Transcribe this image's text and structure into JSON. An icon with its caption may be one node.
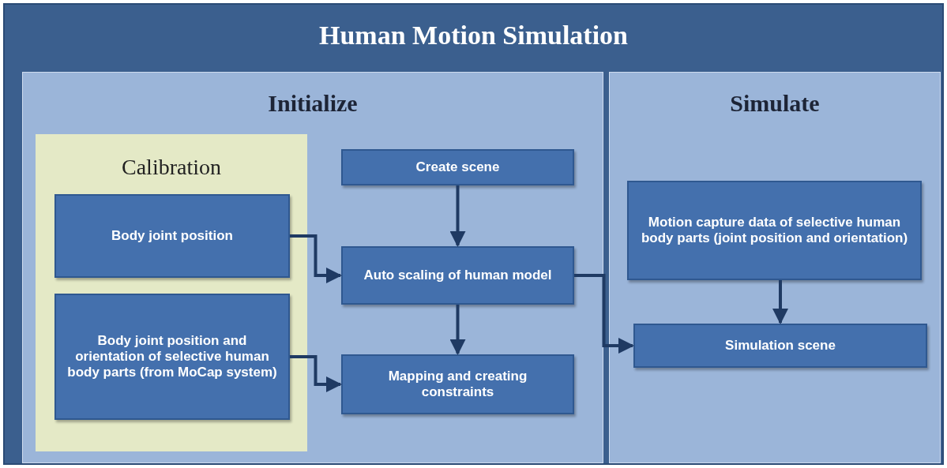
{
  "diagram": {
    "title": "Human Motion Simulation",
    "nodes": [
      {
        "text": [
          "Initialize"
        ]
      },
      {
        "text": [
          "Simulate"
        ]
      },
      {
        "text": [
          "Calibration"
        ],
        "in": 0
      },
      {
        "text": [
          "Body joint position"
        ],
        "in": 2
      },
      {
        "text": [
          "Body joint position and orientation of selective human body parts (from MoCap system)"
        ],
        "in": 2
      },
      {
        "text": [
          "Create scene"
        ],
        "in": 0
      },
      {
        "text": [
          "Auto scaling of human model"
        ],
        "in": 0
      },
      {
        "text": [
          "Mapping and creating constraints"
        ],
        "in": 0
      },
      {
        "text": [
          "Motion capture data of selective human body parts (joint position and orientation)"
        ],
        "in": 1
      },
      {
        "text": [
          "Simulation scene"
        ],
        "in": 1
      }
    ],
    "edges": [
      {
        "from": 3,
        "to": 6,
        "arrow": "to"
      },
      {
        "from": 4,
        "to": 7,
        "arrow": "to"
      },
      {
        "from": 5,
        "to": 6,
        "arrow": "to"
      },
      {
        "from": 6,
        "to": 7,
        "arrow": "to"
      },
      {
        "from": 6,
        "to": 9,
        "arrow": "to"
      },
      {
        "from": 8,
        "to": 9,
        "arrow": "to"
      }
    ]
  }
}
